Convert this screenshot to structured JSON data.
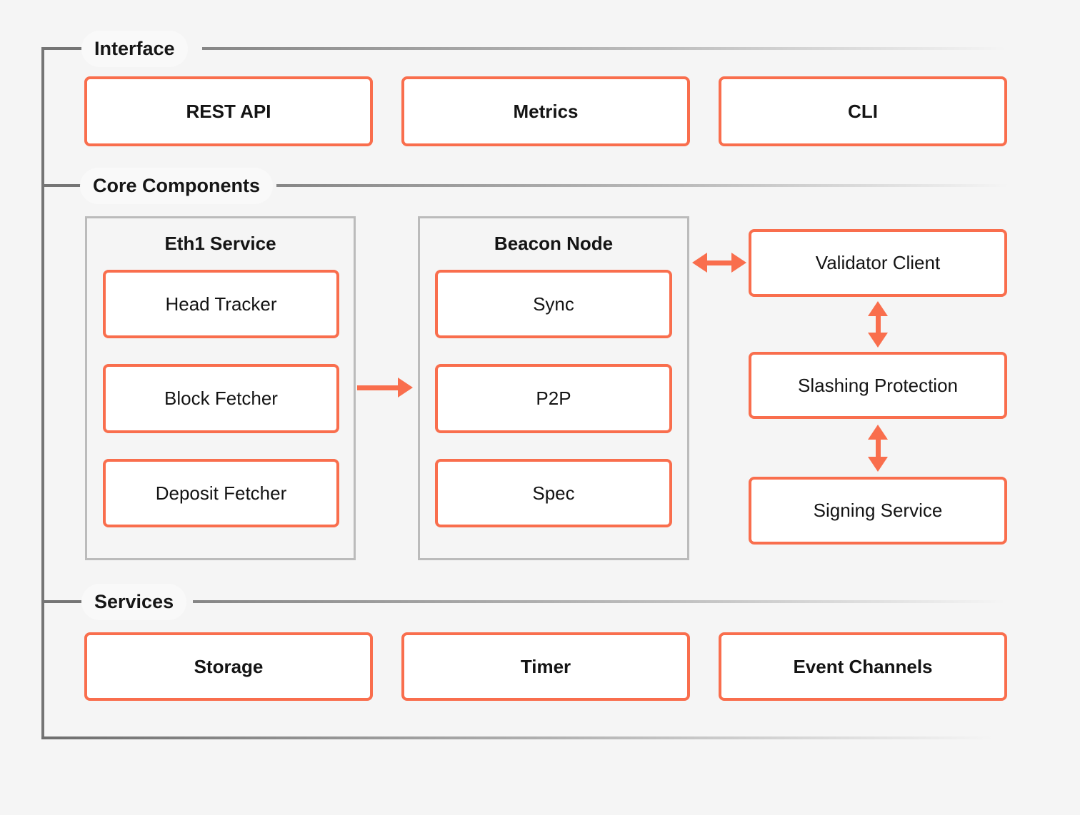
{
  "colors": {
    "accent": "#F96E4D",
    "structure_line_gray": "#757575",
    "container_border_gray": "#BBBBBB",
    "background": "#F5F5F5",
    "box_fill": "#FFFFFF",
    "text": "#1B1B1B"
  },
  "sections": {
    "interface": {
      "label": "Interface"
    },
    "core": {
      "label": "Core Components"
    },
    "services": {
      "label": "Services"
    }
  },
  "interface_row": {
    "items": [
      {
        "label": "REST API"
      },
      {
        "label": "Metrics"
      },
      {
        "label": "CLI"
      }
    ]
  },
  "core_row": {
    "eth1": {
      "title": "Eth1 Service",
      "items": [
        {
          "label": "Head Tracker"
        },
        {
          "label": "Block Fetcher"
        },
        {
          "label": "Deposit Fetcher"
        }
      ]
    },
    "beacon": {
      "title": "Beacon Node",
      "items": [
        {
          "label": "Sync"
        },
        {
          "label": "P2P"
        },
        {
          "label": "Spec"
        }
      ]
    },
    "validator_stack": {
      "items": [
        {
          "label": "Validator Client"
        },
        {
          "label": "Slashing Protection"
        },
        {
          "label": "Signing Service"
        }
      ]
    }
  },
  "services_row": {
    "items": [
      {
        "label": "Storage"
      },
      {
        "label": "Timer"
      },
      {
        "label": "Event Channels"
      }
    ]
  }
}
